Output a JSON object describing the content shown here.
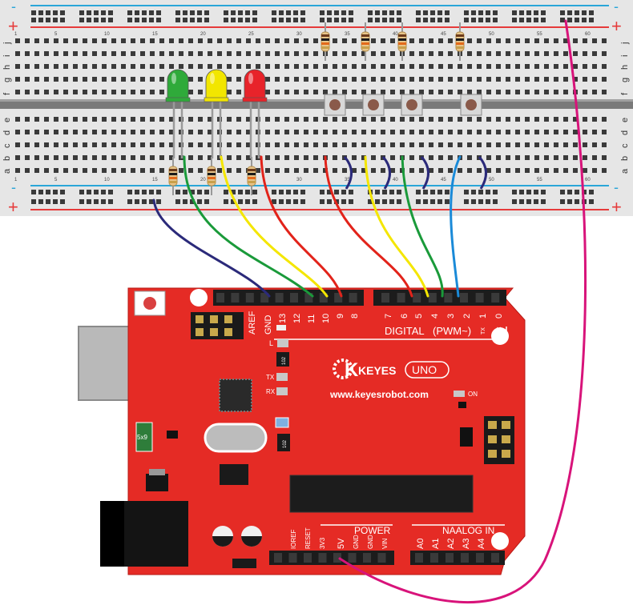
{
  "breadboard": {
    "plus_sign": "+",
    "minus_sign": "-",
    "row_letters_top": [
      "j",
      "i",
      "h",
      "g",
      "f"
    ],
    "row_letters_bottom": [
      "e",
      "d",
      "c",
      "b",
      "a"
    ],
    "column_numbers": [
      "1",
      "5",
      "10",
      "15",
      "20",
      "25",
      "30",
      "35",
      "40",
      "45",
      "50",
      "55",
      "60"
    ]
  },
  "leds": [
    {
      "name": "green",
      "color": "#2faa3a"
    },
    {
      "name": "yellow",
      "color": "#f2e600"
    },
    {
      "name": "red",
      "color": "#e8232a"
    }
  ],
  "wire_colors": {
    "navy": "#2b2a7a",
    "green": "#1a9a3a",
    "yellow": "#f4e600",
    "red": "#e2231a",
    "blue": "#1a8ad8",
    "magenta": "#d8137a"
  },
  "board": {
    "color": "#e52b25",
    "brand": "KEYES",
    "model": "UNO",
    "website": "www.keyesrobot.com",
    "digital_label": "DIGITAL",
    "pwm_label": "(PWM~)",
    "power_label": "POWER",
    "analog_label": "NAALOG IN",
    "led_l": "L",
    "led_tx": "TX",
    "led_rx": "RX",
    "led_on": "ON",
    "chip_code": "102",
    "fuse_label": "5x9",
    "tx_pin": "TX",
    "rx_pin": "RX",
    "digital_pins_left": [
      "AREF",
      "GND",
      "13",
      "12",
      "11",
      "10",
      "9",
      "8"
    ],
    "digital_pins_right": [
      "7",
      "6",
      "5",
      "4",
      "3",
      "2",
      "1",
      "0"
    ],
    "power_pins": [
      "IOREF",
      "RESET",
      "3V3",
      "5V",
      "GND",
      "GND",
      "VIN"
    ],
    "analog_pins": [
      "A0",
      "A1",
      "A2",
      "A3",
      "A4",
      "A5"
    ]
  }
}
